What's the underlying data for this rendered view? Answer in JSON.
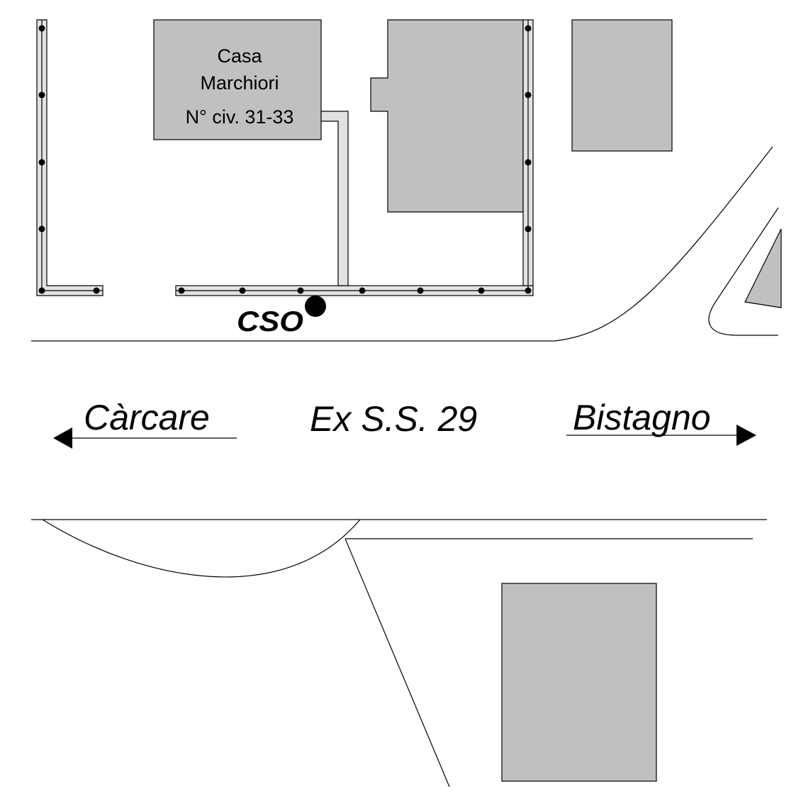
{
  "building": {
    "name_line1": "Casa",
    "name_line2": "Marchiori",
    "civic": "N° civ. 31-33"
  },
  "marker": {
    "label": "CSO"
  },
  "road": {
    "name": "Ex S.S. 29",
    "west_destination": "Càrcare",
    "east_destination": "Bistagno"
  }
}
